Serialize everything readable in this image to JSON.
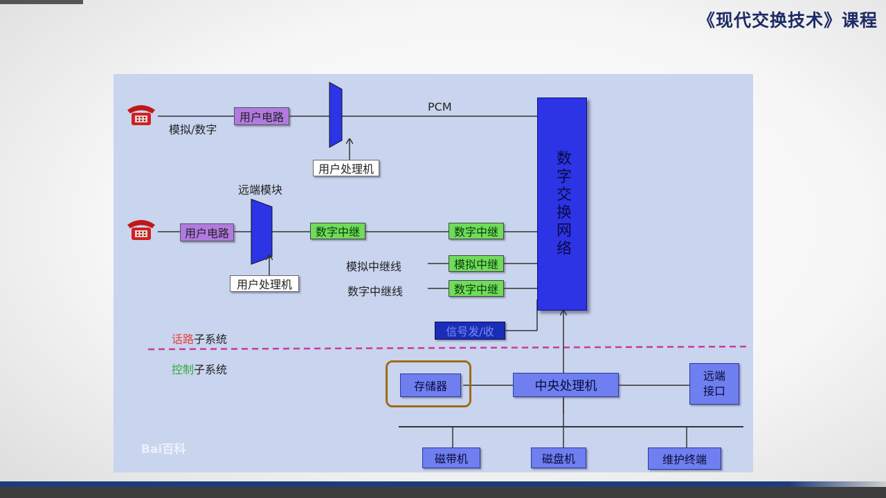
{
  "header": {
    "course_title": "《现代交换技术》课程"
  },
  "diagram": {
    "switch_network": "数字交换网络",
    "pcm": "PCM",
    "analog_digital": "模拟/数字",
    "remote_module": "远端模块",
    "subscriber_circuit_top": "用户电路",
    "subscriber_processor_top": "用户处理机",
    "subscriber_circuit_mid": "用户电路",
    "subscriber_processor_mid": "用户处理机",
    "digital_trunk_left": "数字中继",
    "digital_trunk_right": "数字中继",
    "analog_trunk_line": "模拟中继线",
    "analog_trunk": "模拟中继",
    "digital_trunk_line": "数字中继线",
    "digital_trunk_bottom": "数字中继",
    "signal_tx_rx": "信号发/收",
    "speech_subsystem": {
      "highlight": "话路",
      "rest": "子系统"
    },
    "control_subsystem": {
      "highlight": "控制",
      "rest": "子系统"
    },
    "memory": "存储器",
    "cpu": "中央处理机",
    "remote_interface_line1": "远端",
    "remote_interface_line2": "接口",
    "tape": "磁带机",
    "disk": "磁盘机",
    "maintenance_terminal": "维护终端",
    "watermark": "Bai百科"
  },
  "colors": {
    "title": "#1c2a66",
    "diagram_bg": "#c9d4ee",
    "switch_network": "#2c34e6",
    "subscriber_circuit": "#b07ae0",
    "trunk": "#6fdc5a",
    "control_box": "#6f7ff0",
    "speech_label": "#e8403a",
    "control_label": "#2fae3c",
    "divider": "#c93a9c",
    "highlight_border": "#a06a18"
  }
}
